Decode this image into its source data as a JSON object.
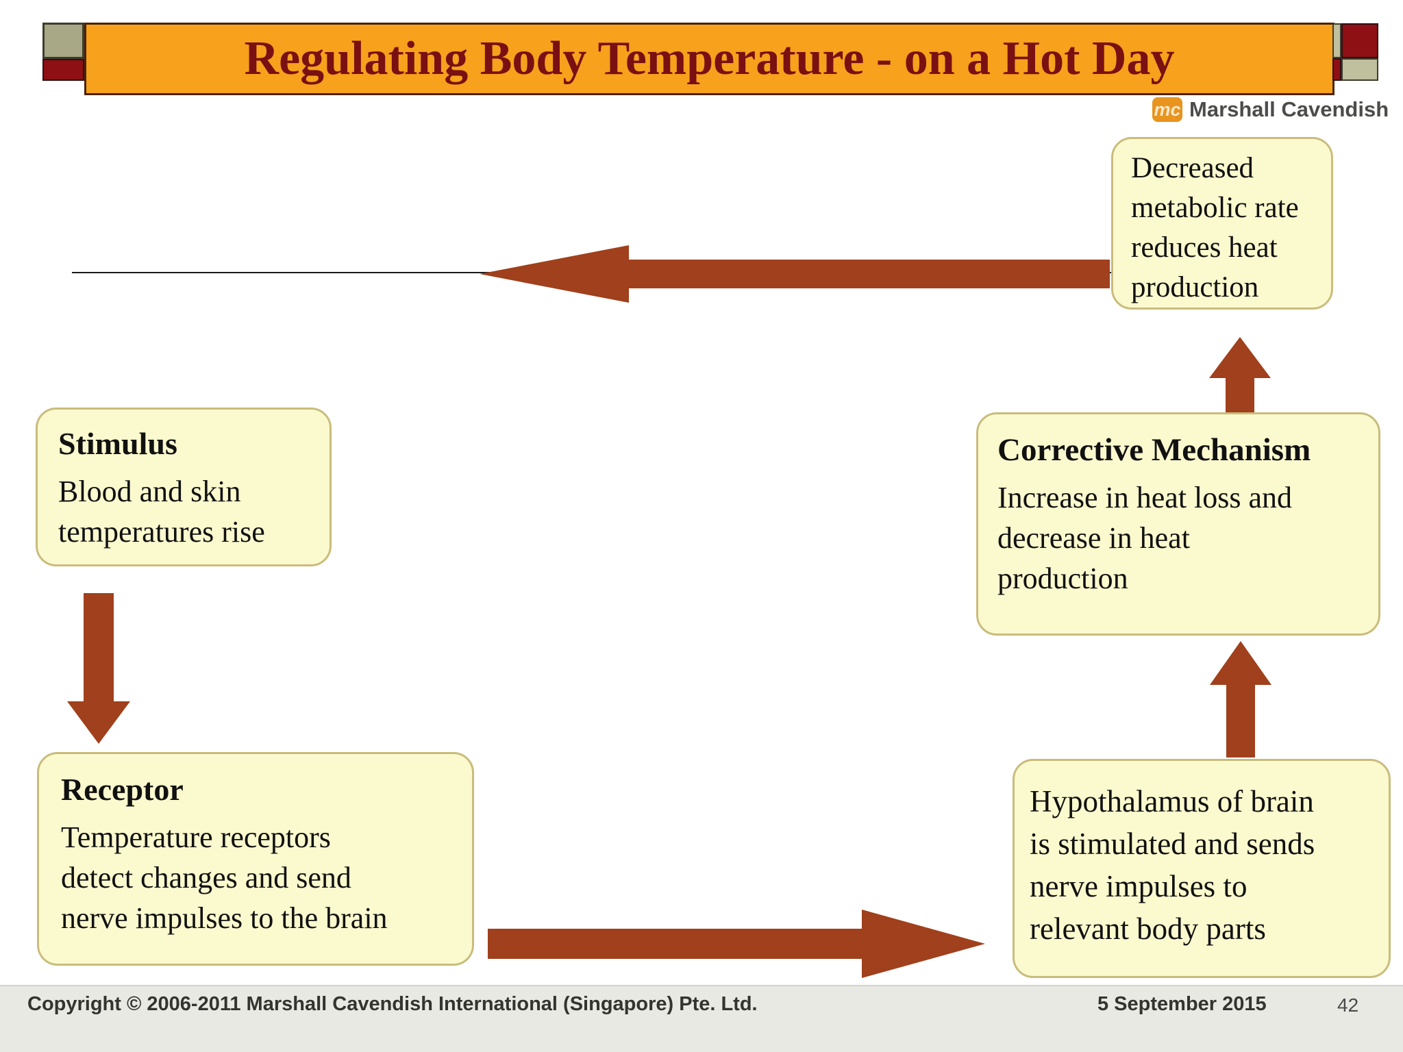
{
  "title": "Regulating Body Temperature - on a Hot Day",
  "brand": {
    "logo_text": "mc",
    "name": "Marshall Cavendish"
  },
  "diagram": {
    "stimulus": {
      "heading": "Stimulus",
      "body": "Blood and skin\ntemperatures rise"
    },
    "receptor": {
      "heading": "Receptor",
      "body": "Temperature receptors\ndetect changes and send\nnerve impulses to the brain"
    },
    "hypothalamus": {
      "body": "Hypothalamus of brain\nis stimulated and sends\nnerve impulses to\nrelevant body parts"
    },
    "corrective": {
      "heading": "Corrective Mechanism",
      "body": "Increase in heat loss and\ndecrease in heat\nproduction"
    },
    "decreased": {
      "body": "Decreased\nmetabolic rate\nreduces heat\nproduction"
    }
  },
  "footer": {
    "copyright": "Copyright © 2006-2011 Marshall Cavendish International (Singapore) Pte. Ltd.",
    "date": "5 September 2015",
    "page": "42"
  },
  "colors": {
    "orange": "#F7A11C",
    "maroon": "#7A1012",
    "dark_red": "#8E1014",
    "tan": "#A9A886",
    "tan_light": "#C0BF9E",
    "box_fill": "#FBF9CE",
    "box_border": "#C9BC7C",
    "arrow": "#A0401C",
    "footer_bg": "#E9E9E4",
    "footer_text": "#333330",
    "page_number": "#4A4A4A",
    "brand_orange": "#E8941F",
    "brand_text": "#4C4C4A",
    "line": "#1A1A1A",
    "bar_border": "#4A2408"
  }
}
